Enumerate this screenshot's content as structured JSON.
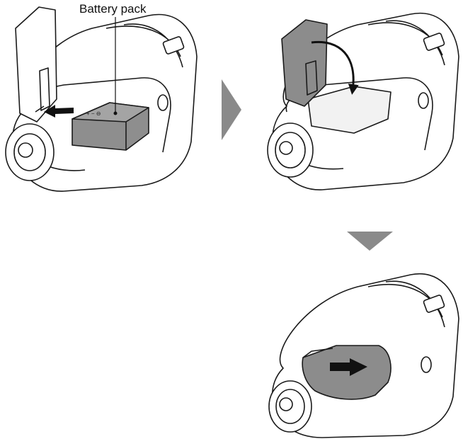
{
  "labels": {
    "battery_pack": "Battery pack"
  },
  "colors": {
    "outline": "#1a1a1a",
    "body_fill": "#ffffff",
    "battery_fill": "#8e8e8e",
    "cover_fill": "#8c8c8c",
    "flow_arrow": "#8a8a8a",
    "action_arrow": "#111111"
  },
  "steps": [
    {
      "name": "insert-battery",
      "action": "arrow-left"
    },
    {
      "name": "close-cover",
      "action": "arrow-curved"
    },
    {
      "name": "slide-cover",
      "action": "arrow-right"
    }
  ],
  "flow_icons": [
    "triangle-right-icon",
    "triangle-down-icon"
  ]
}
